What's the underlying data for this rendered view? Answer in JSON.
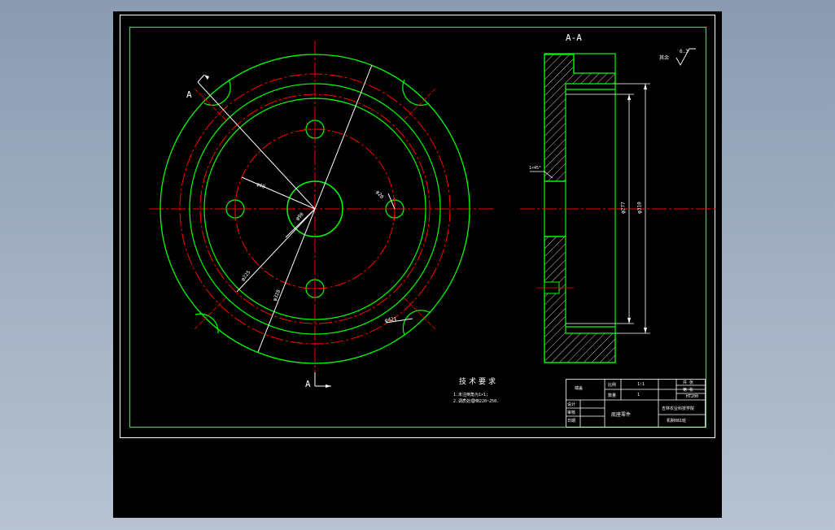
{
  "section_title": "A-A",
  "section_marker_top": "A",
  "section_marker_bottom": "A",
  "roughness_label": "其余",
  "roughness_value": "6.3",
  "dimensions": {
    "d60": "φ60",
    "d90": "φ90",
    "d20": "φ20",
    "d225": "φ225",
    "d328": "φ328",
    "d421": "φ421",
    "chamfer": "1×45°",
    "d277": "φ277",
    "d310": "φ310"
  },
  "tech_req": {
    "title": "技术要求",
    "line1": "1.未注倒角为1×1;",
    "line2": "2.调质处理HB220~250."
  },
  "title_block": {
    "part_name": "端盖",
    "scale_label": "比例",
    "scale": "1:1",
    "qty_label": "数量",
    "qty": "1",
    "sheet_label": "共 张",
    "sheet_of": "第 张",
    "material": "HT200",
    "designer": "设计",
    "checker": "审核",
    "date_label": "日期",
    "drawing_no": "底座零件",
    "school": "吉林农业科技学院",
    "class": "机制081班"
  },
  "colors": {
    "green": "#00ff00",
    "red": "#ff0000",
    "white": "#ffffff",
    "black": "#000000"
  }
}
